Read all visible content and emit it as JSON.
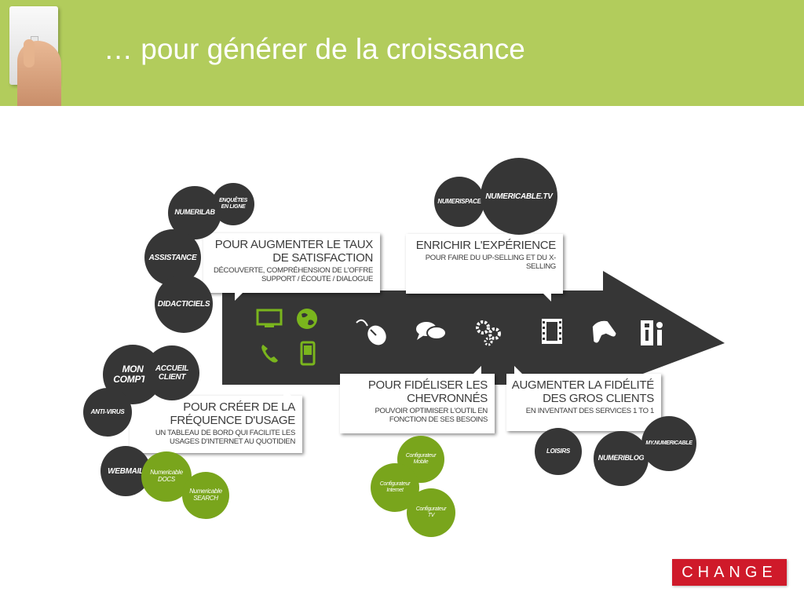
{
  "header": {
    "title": "… pour générer de la croissance"
  },
  "colors": {
    "header_green": "#b2cc5c",
    "dark": "#363636",
    "bubble_green": "#79a51c",
    "icon_green": "#7ab51d",
    "logo_red": "#cf1a2a"
  },
  "boxes": {
    "satisfaction": {
      "title": "Pour augmenter le taux de satisfaction",
      "subtitle": "Découverte, compréhension de l'offre support / écoute / dialogue"
    },
    "experience": {
      "title": "Enrichir l'expérience",
      "subtitle": "Pour faire du up-selling et du x-selling"
    },
    "frequence": {
      "title": "Pour créer de la fréquence d'usage",
      "subtitle": "Un tableau de bord qui facilite les usages d'internet au quotidien"
    },
    "chevronnes": {
      "title": "Pour fidéliser les chevronnés",
      "subtitle": "Pouvoir optimiser l'outil en fonction de ses besoins"
    },
    "gros_clients": {
      "title": "Augmenter la fidélité des gros clients",
      "subtitle": "En inventant des services 1 to 1"
    }
  },
  "bubbles": {
    "enquetes": "ENQUÊTES EN LIGNE",
    "numerilab": "NUMERILAB",
    "assistance": "ASSISTANCE",
    "didacticiels": "DIDACTICIELS",
    "numerispace": "NUMERISPACE",
    "numericable_tv": "NUMERICABLE.TV",
    "mon_compte": "MON COMPTE",
    "accueil_client": "ACCUEIL CLIENT",
    "anti_virus": "ANTI-VIRUS",
    "webmail": "WEBMAIL",
    "docs": "Numericable DOCS",
    "search": "Numericable SEARCH",
    "conf_mobile": "Configurateur Mobile",
    "conf_internet": "Configurateur Internet",
    "conf_tv": "Configurateur TV",
    "loisirs": "LOISIRS",
    "numeriblog": "NUMERIBLOG",
    "my_numericable": "MY.NUMERICABLE"
  },
  "icons": [
    "tv-icon",
    "globe-icon",
    "phone-icon",
    "mobile-icon",
    "mouse-icon",
    "chat-icon",
    "gears-icon",
    "film-icon",
    "gamepad-icon",
    "info-icon"
  ],
  "logo": {
    "text": "CHANGE"
  }
}
